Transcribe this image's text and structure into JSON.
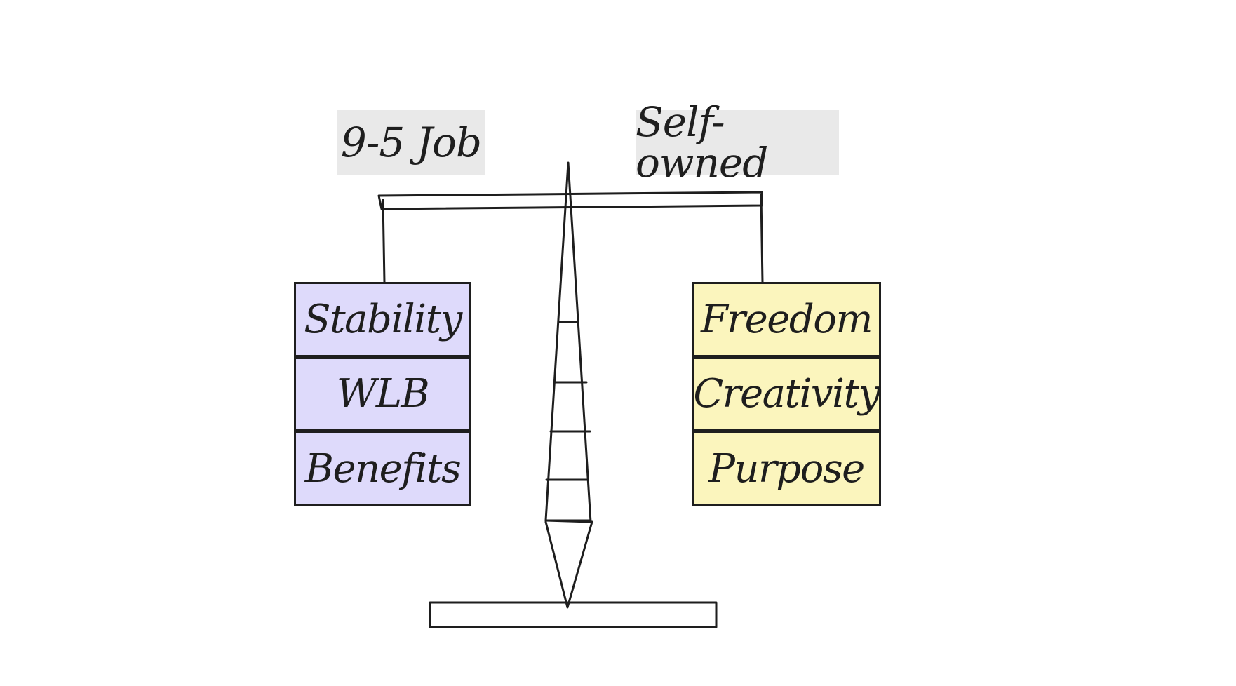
{
  "labels": {
    "left": "9-5 Job",
    "right": "Self-owned"
  },
  "left_pan": {
    "items": [
      "Stability",
      "WLB",
      "Benefits"
    ]
  },
  "right_pan": {
    "items": [
      "Freedom",
      "Creativity",
      "Purpose"
    ]
  },
  "colors": {
    "left_fill": "#dedafb",
    "right_fill": "#fbf5bd",
    "label_fill": "#e9e9e9",
    "stroke": "#1e1e1e"
  }
}
